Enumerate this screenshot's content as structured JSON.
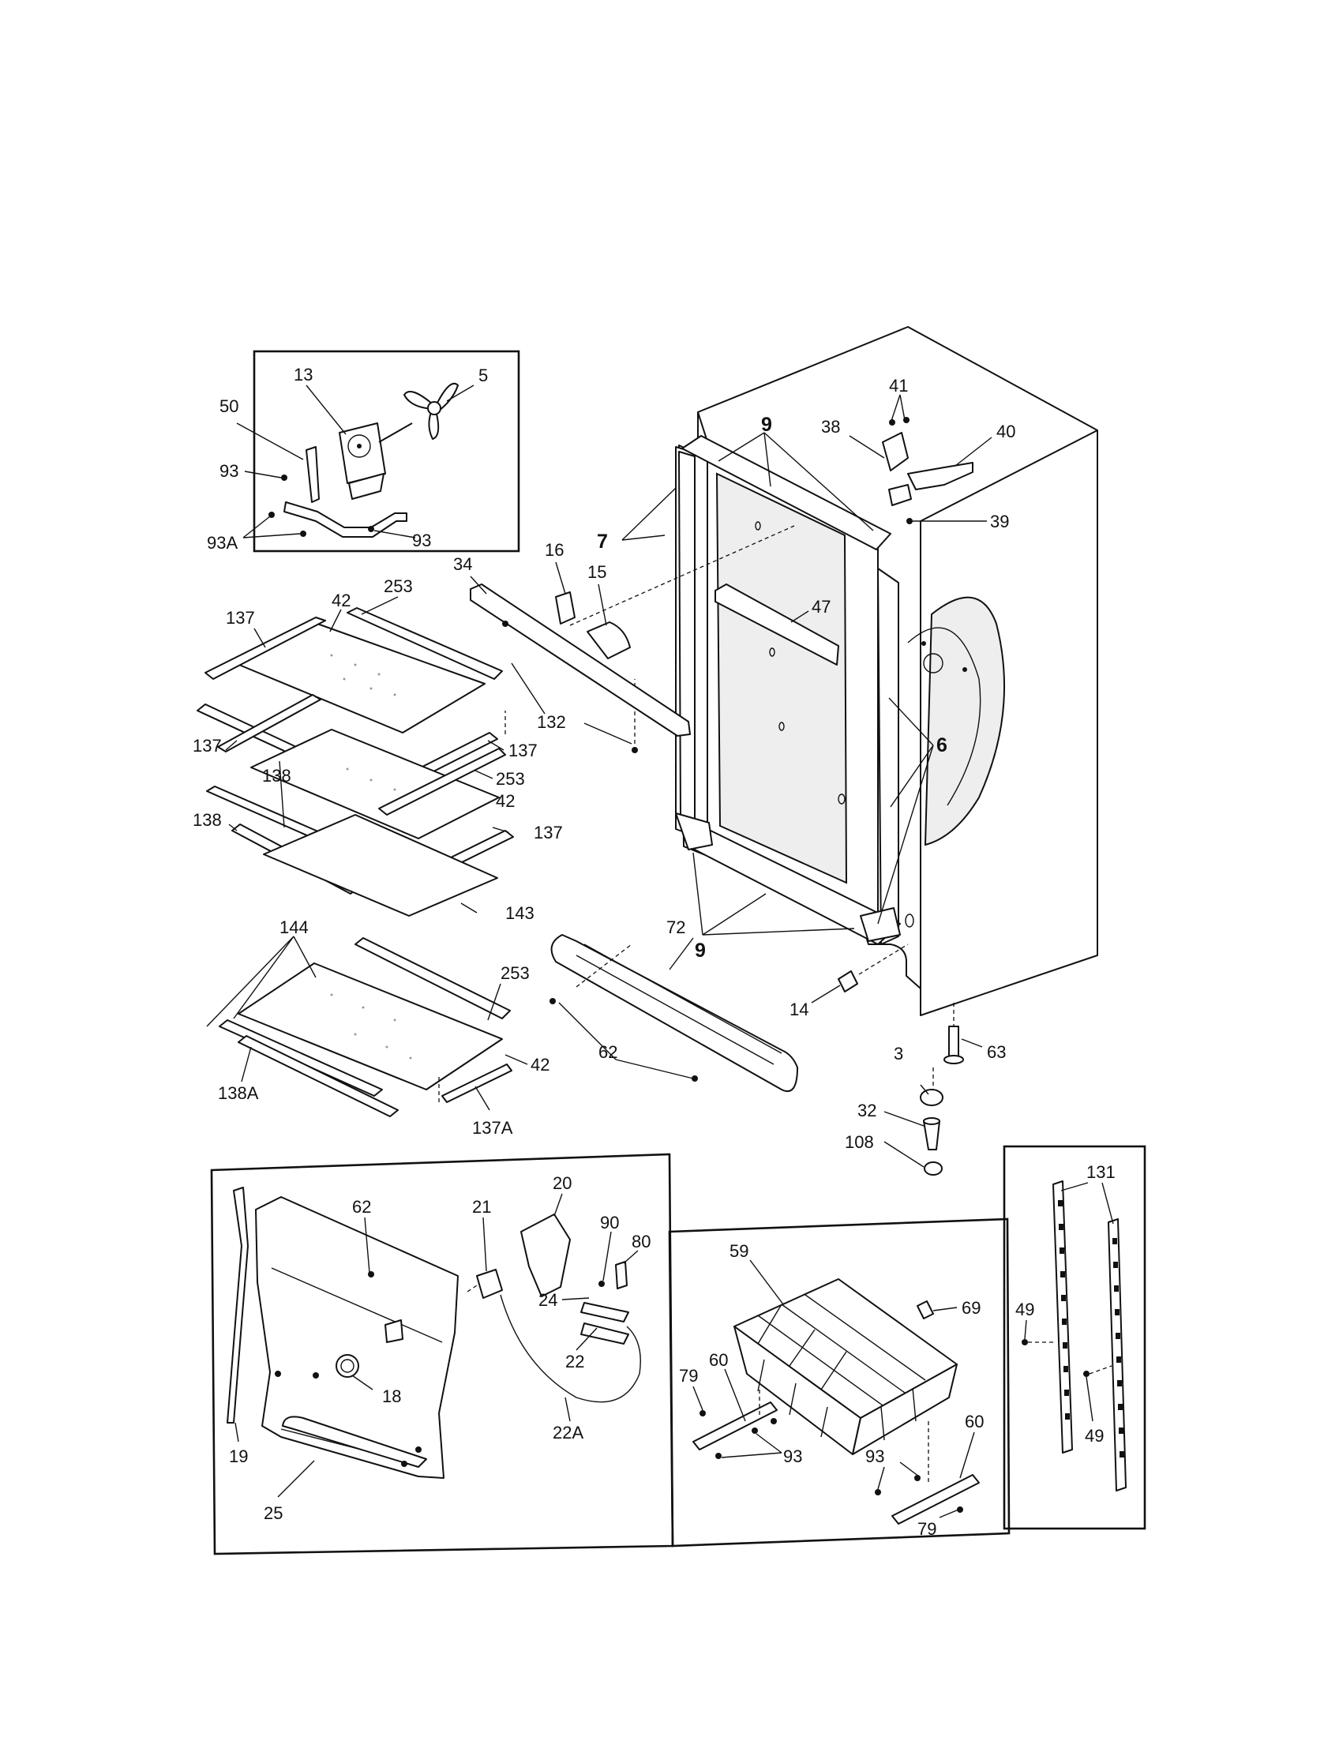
{
  "part_labels": {
    "p13": "13",
    "p5": "5",
    "p50": "50",
    "p93_a": "93",
    "p93_b": "93",
    "p93A": "93A",
    "p41": "41",
    "p9_top": "9",
    "p38": "38",
    "p40": "40",
    "p39": "39",
    "p7": "7",
    "p34": "34",
    "p16": "16",
    "p15": "15",
    "p47": "47",
    "p42_a": "42",
    "p253_a": "253",
    "p137_a": "137",
    "p132": "132",
    "p137_b": "137",
    "p137_c": "137",
    "p138_a": "138",
    "p253_b": "253",
    "p42_b": "42",
    "p138_b": "138",
    "p137_d": "137",
    "p6": "6",
    "p143": "143",
    "p144": "144",
    "p72": "72",
    "p9_bot": "9",
    "p253_c": "253",
    "p14": "14",
    "p63": "63",
    "p62_a": "62",
    "p3": "3",
    "p42_c": "42",
    "p138A": "138A",
    "p32": "32",
    "p137A": "137A",
    "p108": "108",
    "p20": "20",
    "p21": "21",
    "p62_b": "62",
    "p90": "90",
    "p80": "80",
    "p24": "24",
    "p22": "22",
    "p18": "18",
    "p22A": "22A",
    "p19": "19",
    "p25": "25",
    "p59": "59",
    "p69": "69",
    "p79_a": "79",
    "p60_a": "60",
    "p93_c": "93",
    "p93_d": "93",
    "p60_b": "60",
    "p79_b": "79",
    "p131": "131",
    "p49_a": "49",
    "p49_b": "49"
  }
}
